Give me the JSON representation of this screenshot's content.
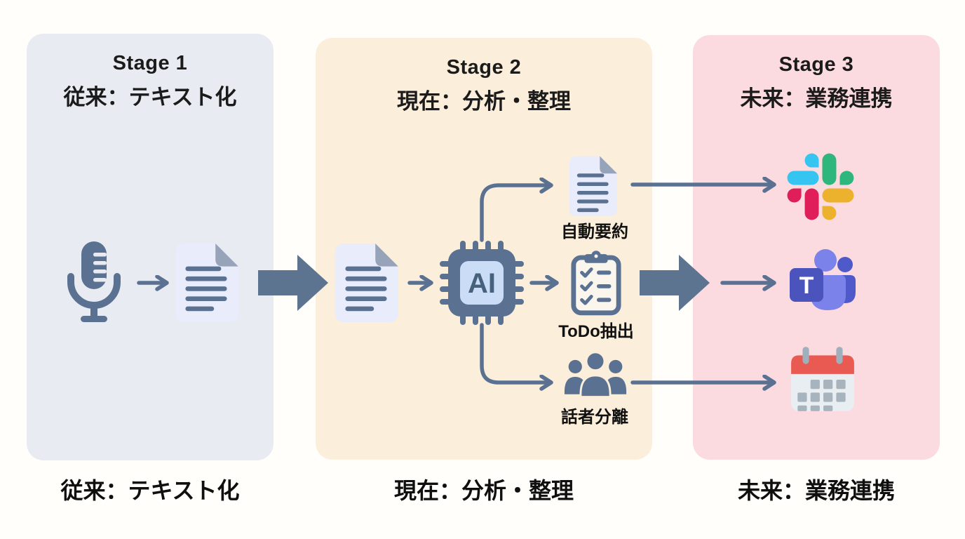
{
  "stages": [
    {
      "title": "Stage 1",
      "subtitle": "従来：テキスト化",
      "caption": "従来：テキスト化"
    },
    {
      "title": "Stage 2",
      "subtitle": "現在：分析・整理",
      "caption": "現在：分析・整理"
    },
    {
      "title": "Stage 3",
      "subtitle": "未来：業務連携",
      "caption": "未来：業務連携"
    }
  ],
  "ai_chip": {
    "label": "AI"
  },
  "teams": {
    "letter": "T"
  },
  "outputs": [
    {
      "label": "自動要約"
    },
    {
      "label": "ToDo抽出"
    },
    {
      "label": "話者分離"
    }
  ],
  "colors": {
    "slate": "#5a7192",
    "stage1_bg": "#e8ebf1",
    "stage2_bg": "#fbeeda",
    "stage3_bg": "#fbdbdf",
    "slack_blue": "#36C5F0",
    "slack_green": "#2EB67D",
    "slack_red": "#E01E5A",
    "slack_yellow": "#ECB22E",
    "teams_purple_dark": "#4B53BC",
    "teams_purple_main": "#7B83EB",
    "teams_purple_side": "#5059C9",
    "calendar_red": "#e85a52"
  }
}
